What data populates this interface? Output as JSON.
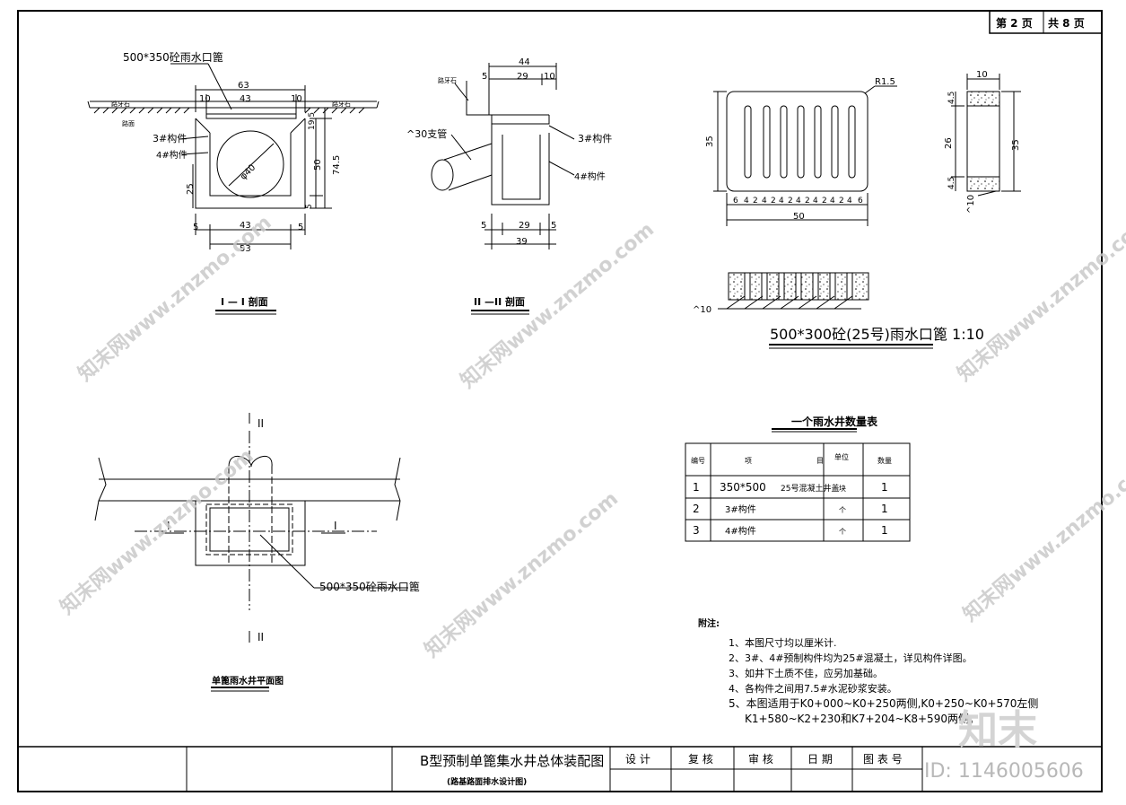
{
  "page": {
    "current": "第 2  页",
    "total": "共 8  页"
  },
  "section1": {
    "top_label": "500*350砼雨水口篦",
    "dims": {
      "d63": "63",
      "d43_top": "43",
      "d10a": "10",
      "d10b": "10",
      "d19_5": "19.5",
      "d50": "50",
      "d74_5": "74.5",
      "d25": "25",
      "d5_bottom_right": "5",
      "d5a": "5",
      "d5b": "5",
      "d43_bottom": "43",
      "d53": "53",
      "dia": "φ40"
    },
    "labels": {
      "curb_left": "路牙石",
      "curb_right": "路牙石",
      "road": "路面",
      "part3": "3#构件",
      "part4": "4#构件"
    },
    "title": "I — I 剖面"
  },
  "section2": {
    "dims": {
      "d44": "44",
      "d5": "5",
      "d29": "29",
      "d10": "10",
      "d5b1": "5",
      "d29b": "29",
      "d5b2": "5",
      "d39": "39"
    },
    "labels": {
      "curb": "路牙石",
      "pipe": "^30支管",
      "part3": "3#构件",
      "part4": "4#构件"
    },
    "title": "II —II 剖面"
  },
  "grate": {
    "radius": "R1.5",
    "dims": {
      "h35": "35",
      "w50": "50",
      "spacing": [
        "6",
        "4",
        "2",
        "4",
        "2",
        "4",
        "2",
        "4",
        "2",
        "4",
        "2",
        "4",
        "2",
        "4",
        "6"
      ]
    },
    "side": {
      "d10": "10",
      "d4_5a": "4.5",
      "d26": "26",
      "d4_5b": "4.5",
      "d35": "35",
      "d10b": "^10"
    },
    "sec_label": "^10",
    "title": "500*300砼(25号)雨水口篦 1:10"
  },
  "plan": {
    "label_II_top": "II",
    "label_II_bottom": "II",
    "label_I_left": "I",
    "label_I_right": "I",
    "callout": "500*350砼雨水口篦",
    "title": "单篦雨水井平面图"
  },
  "table": {
    "title": "一个雨水井数量表",
    "headers": [
      "编号",
      "项",
      "目",
      "单位",
      "数量"
    ],
    "rows": [
      {
        "no": "1",
        "item": "350*500",
        "item2": "25号混凝土井盖",
        "unit": "块",
        "qty": "1"
      },
      {
        "no": "2",
        "item": "3#构件",
        "item2": "",
        "unit": "个",
        "qty": "1"
      },
      {
        "no": "3",
        "item": "4#构件",
        "item2": "",
        "unit": "个",
        "qty": "1"
      }
    ]
  },
  "notes": {
    "heading": "附注:",
    "items": [
      "1、本图尺寸均以厘米计.",
      "2、3#、4#预制构件均为25#混凝土，详见构件详图。",
      "3、如井下土质不佳，应另加基础。",
      "4、各构件之间用7.5#水泥砂浆安装。",
      "5、本图适用于K0+000~K0+250两侧,K0+250~K0+570左侧",
      "K1+580~K2+230和K7+204~K8+590两侧。"
    ]
  },
  "title_block": {
    "main_title": "B型预制单篦集水井总体装配图",
    "subtitle": "(路基路面排水设计图)",
    "cells": [
      "设  计",
      "复 核",
      "审 核",
      "日 期",
      "图 表 号"
    ]
  },
  "watermark": {
    "text": "知末网www.znzmo.com",
    "logo": "知末",
    "id": "ID: 1146005606"
  }
}
